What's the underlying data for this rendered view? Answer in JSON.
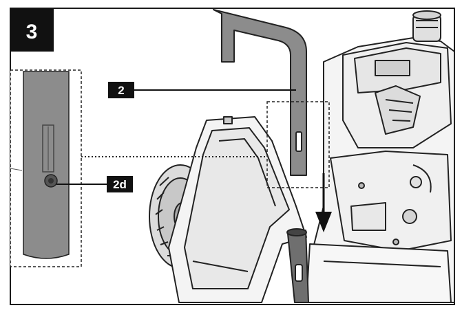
{
  "step": {
    "number": "3"
  },
  "callouts": [
    {
      "id": "2",
      "label": "2"
    },
    {
      "id": "2d",
      "label": "2d"
    }
  ],
  "colors": {
    "frame": "#1a1a1a",
    "ink": "#222222",
    "rod_gray": "#8c8c8c",
    "rod_gray_dark": "#6f6f6f",
    "machine_fill": "#f4f4f4",
    "badge_bg": "#111111",
    "badge_text": "#ffffff"
  },
  "icons": {
    "arrow": "down-arrow-icon"
  }
}
